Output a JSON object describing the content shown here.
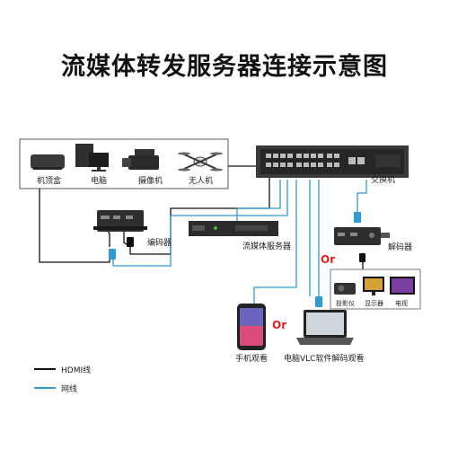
{
  "title": "流媒体转发服务器连接示意图",
  "colors": {
    "hdmi": "#111111",
    "network": "#2e9bd6",
    "or": "#e02020"
  },
  "devices": {
    "stb": "机顶盒",
    "pc": "电脑",
    "camera": "摄像机",
    "drone": "无人机",
    "encoder": "编码器",
    "server": "流媒体服务器",
    "switch": "交换机",
    "decoder": "解码器",
    "projector": "投影仪",
    "monitor": "显示器",
    "tv": "电视",
    "phone": "手机观看",
    "laptop": "电脑VLC软件解码观看"
  },
  "or_labels": [
    "Or",
    "Or"
  ],
  "legend": {
    "hdmi": "HDMI线",
    "network": "网线"
  }
}
